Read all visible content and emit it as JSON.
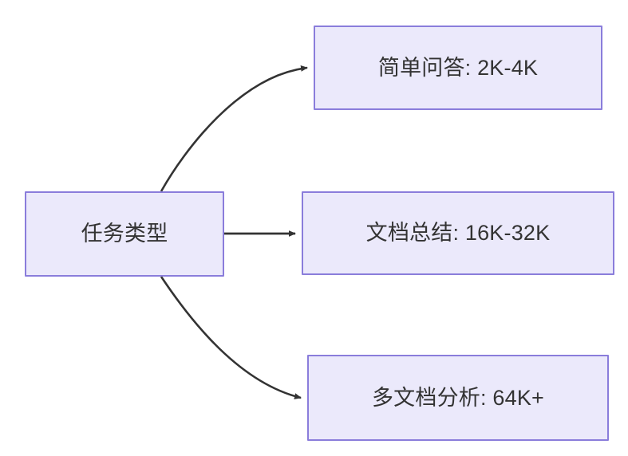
{
  "diagram": {
    "type": "flowchart",
    "direction": "left-to-right",
    "background_color": "#ffffff",
    "node_fill_color": "#ebe9fb",
    "node_border_color": "#8a7ddb",
    "node_text_color": "#333333",
    "edge_color": "#333333",
    "source_node": {
      "id": "task-type",
      "label": "任务类型"
    },
    "target_nodes": [
      {
        "id": "simple-qa",
        "label": "简单问答: 2K-4K"
      },
      {
        "id": "doc-summary",
        "label": "文档总结: 16K-32K"
      },
      {
        "id": "multi-doc-analysis",
        "label": "多文档分析: 64K+"
      }
    ],
    "edges": [
      {
        "id": "edge-to-simple-qa",
        "from": "task-type",
        "to": "simple-qa",
        "style": "curved",
        "arrow": "triangle"
      },
      {
        "id": "edge-to-doc-summary",
        "from": "task-type",
        "to": "doc-summary",
        "style": "straight",
        "arrow": "triangle"
      },
      {
        "id": "edge-to-multi-doc-analysis",
        "from": "task-type",
        "to": "multi-doc-analysis",
        "style": "curved",
        "arrow": "triangle"
      }
    ]
  }
}
